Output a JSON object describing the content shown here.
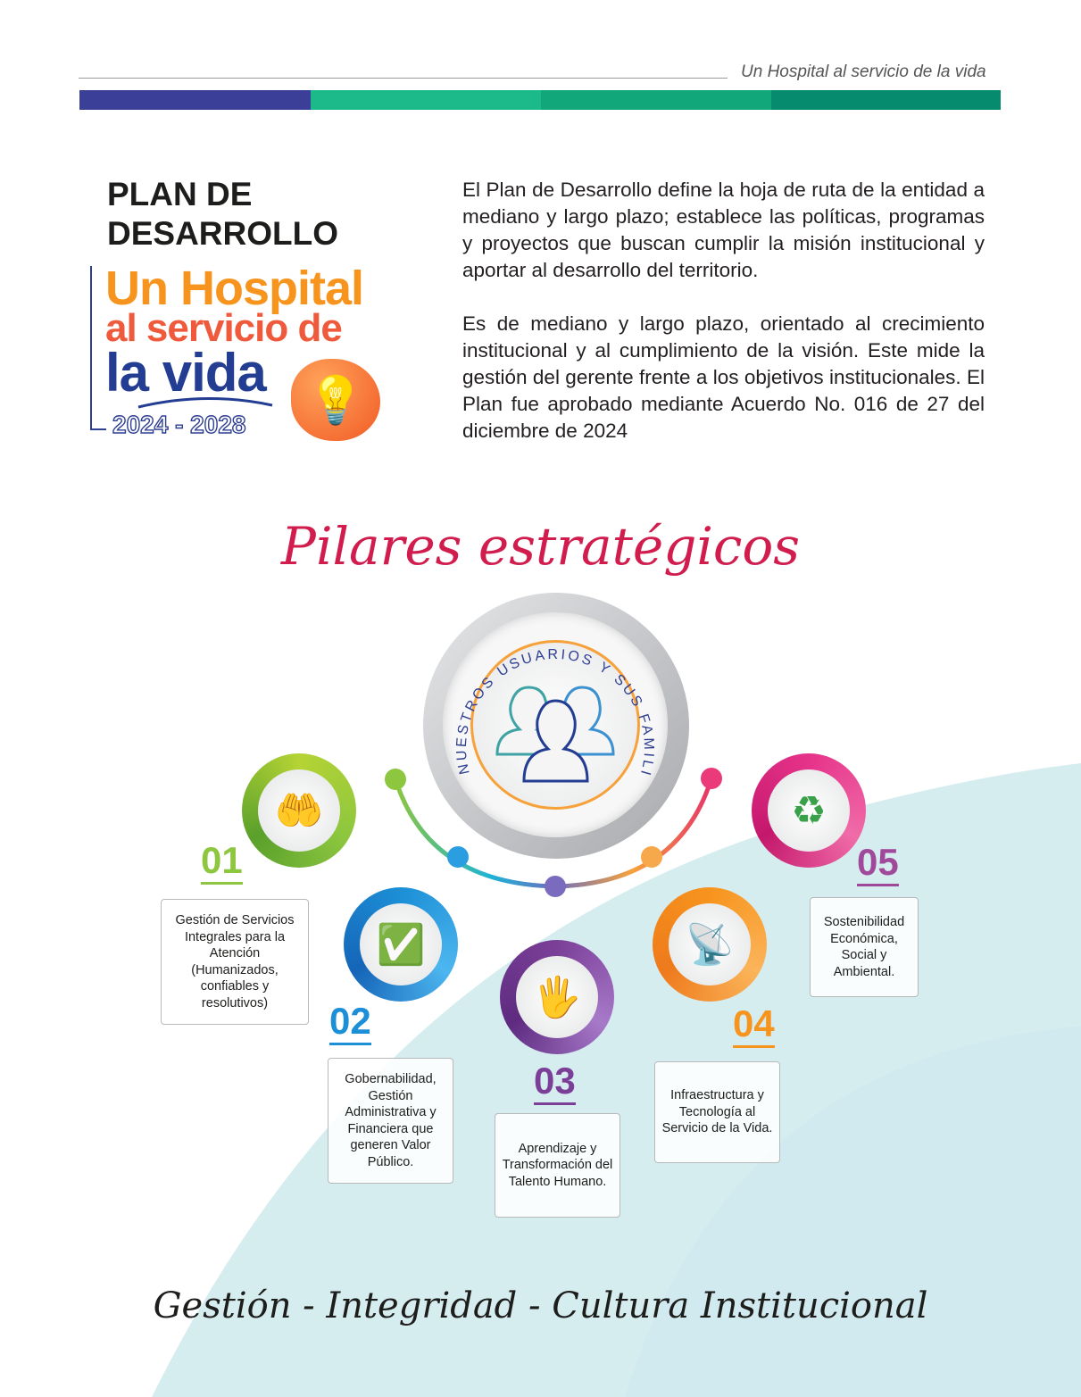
{
  "header": {
    "tagline": "Un Hospital al servicio de la vida",
    "bar_colors": [
      "#3b3f98",
      "#1cb98a",
      "#12a67b",
      "#078b6f"
    ]
  },
  "title": {
    "line1": "PLAN DE",
    "line2": "DESARROLLO"
  },
  "logo": {
    "line1": "Un Hospital",
    "line2": "al servicio de",
    "line3": "la vida",
    "years": "2024 - 2028",
    "icon": "lightbulb-icon"
  },
  "paragraphs": [
    "El Plan de Desarrollo define la hoja de ruta de la entidad a mediano y largo plazo; establece las políticas, programas y proyectos que buscan cumplir la misión institucional y aportar al desarrollo del territorio.",
    "Es de mediano y largo plazo, orientado al crecimiento institucional y al cumplimiento de la visión. Este mide la gestión del gerente frente a los objetivos institucionales. El Plan fue aprobado mediante Acuerdo No. 016 de 27 del diciembre de 2024"
  ],
  "section_title": "Pilares estratégicos",
  "center": {
    "label": "NUESTROS USUARIOS Y SUS FAMILIAS",
    "icon": "users-icon"
  },
  "pillars": [
    {
      "number": "01",
      "text": "Gestión de Servicios Integrales para la Atención (Humanizados, confiables y resolutivos)",
      "color": "#8dc63f",
      "icon": "heart-hands-icon"
    },
    {
      "number": "02",
      "text": "Gobernabilidad, Gestión Administrativa y Financiera que generen Valor Público.",
      "color": "#1c8fd6",
      "icon": "check-chart-icon"
    },
    {
      "number": "03",
      "text": "Aprendizaje y Transformación del Talento Humano.",
      "color": "#7b3f98",
      "icon": "hands-heart-icon"
    },
    {
      "number": "04",
      "text": "Infraestructura y Tecnología al Servicio de la Vida.",
      "color": "#f7941d",
      "icon": "technology-network-icon"
    },
    {
      "number": "05",
      "text": "Sostenibilidad Económica, Social y Ambiental.",
      "color": "#e6338a",
      "icon": "recycle-icon"
    }
  ],
  "footer": "Gestión - Integridad - Cultura Institucional"
}
